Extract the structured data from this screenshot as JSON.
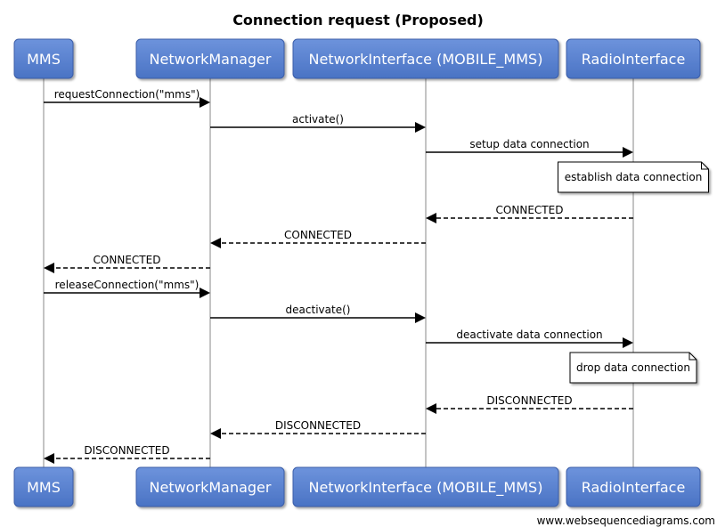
{
  "title": "Connection request (Proposed)",
  "watermark": "www.websequencediagrams.com",
  "colors": {
    "participant_fill": "#4a73c4",
    "participant_fill_light": "#6d93dc",
    "participant_border": "#3a5da8",
    "lifeline": "#888888",
    "arrow": "#000000",
    "note_fill": "#ffffff"
  },
  "participants": [
    {
      "id": "mms",
      "label": "MMS"
    },
    {
      "id": "nm",
      "label": "NetworkManager"
    },
    {
      "id": "ni",
      "label": "NetworkInterface (MOBILE_MMS)"
    },
    {
      "id": "ri",
      "label": "RadioInterface"
    }
  ],
  "messages": [
    {
      "from": "mms",
      "to": "nm",
      "label": "requestConnection(\"mms\")",
      "style": "solid"
    },
    {
      "from": "nm",
      "to": "ni",
      "label": "activate()",
      "style": "solid"
    },
    {
      "from": "ni",
      "to": "ri",
      "label": "setup data connection",
      "style": "solid"
    },
    {
      "note": "establish data connection",
      "over": "ri"
    },
    {
      "from": "ri",
      "to": "ni",
      "label": "CONNECTED",
      "style": "dashed"
    },
    {
      "from": "ni",
      "to": "nm",
      "label": "CONNECTED",
      "style": "dashed"
    },
    {
      "from": "nm",
      "to": "mms",
      "label": "CONNECTED",
      "style": "dashed"
    },
    {
      "from": "mms",
      "to": "nm",
      "label": "releaseConnection(\"mms\")",
      "style": "solid"
    },
    {
      "from": "nm",
      "to": "ni",
      "label": "deactivate()",
      "style": "solid"
    },
    {
      "from": "ni",
      "to": "ri",
      "label": "deactivate data connection",
      "style": "solid"
    },
    {
      "note": "drop data connection",
      "over": "ri"
    },
    {
      "from": "ri",
      "to": "ni",
      "label": "DISCONNECTED",
      "style": "dashed"
    },
    {
      "from": "ni",
      "to": "nm",
      "label": "DISCONNECTED",
      "style": "dashed"
    },
    {
      "from": "nm",
      "to": "mms",
      "label": "DISCONNECTED",
      "style": "dashed"
    }
  ]
}
